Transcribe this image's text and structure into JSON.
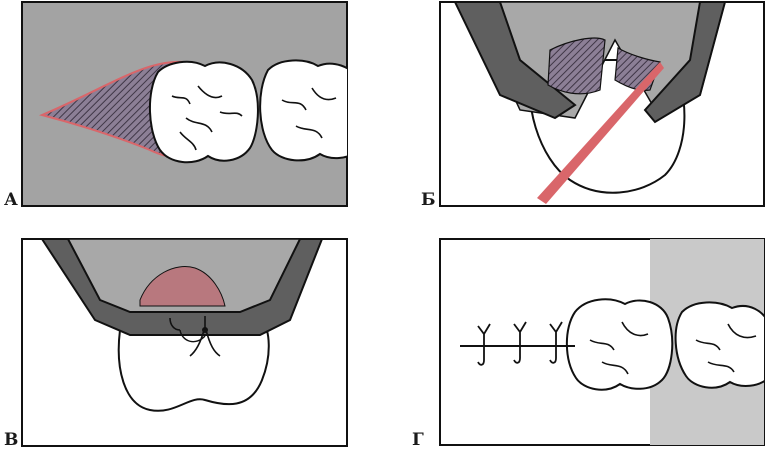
{
  "panels": [
    {
      "id": "a",
      "label": "А"
    },
    {
      "id": "b",
      "label": "Б"
    },
    {
      "id": "v",
      "label": "В"
    },
    {
      "id": "g",
      "label": "Г"
    }
  ],
  "colors": {
    "panel_bg": "#9a9a9a",
    "flap": "#5e5e5e",
    "tooth": "#ffffff",
    "hatch": "#6b5f70",
    "red": "#d9666a",
    "pink": "#b8787e",
    "ink": "#111111"
  }
}
